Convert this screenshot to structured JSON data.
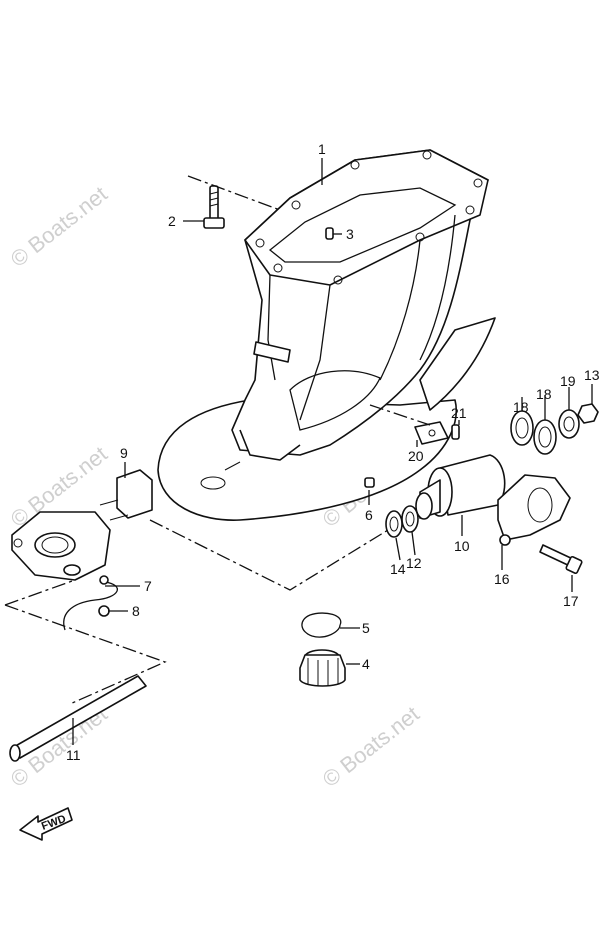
{
  "watermark": "© Boats.net",
  "fwd_label": "FWD",
  "callouts": [
    "1",
    "2",
    "3",
    "4",
    "5",
    "6",
    "7",
    "8",
    "9",
    "10",
    "11",
    "12",
    "13",
    "14",
    "16",
    "17",
    "18",
    "18",
    "19",
    "20",
    "21"
  ]
}
